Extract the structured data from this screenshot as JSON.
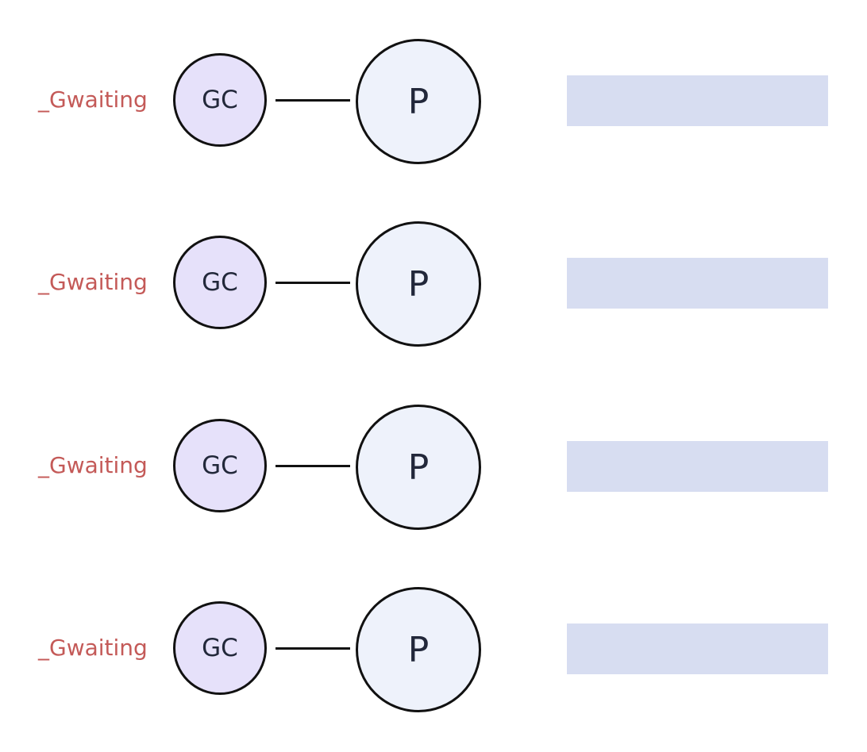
{
  "diagram": {
    "rows": [
      {
        "state_label": "_Gwaiting",
        "gc_label": "GC",
        "p_label": "P"
      },
      {
        "state_label": "_Gwaiting",
        "gc_label": "GC",
        "p_label": "P"
      },
      {
        "state_label": "_Gwaiting",
        "gc_label": "GC",
        "p_label": "P"
      },
      {
        "state_label": "_Gwaiting",
        "gc_label": "GC",
        "p_label": "P"
      }
    ],
    "colors": {
      "state_label": "#c45a58",
      "gc_fill": "#e6e1fa",
      "p_fill": "#eef2fb",
      "slot_fill": "#d7ddf1",
      "stroke": "#111111"
    }
  }
}
